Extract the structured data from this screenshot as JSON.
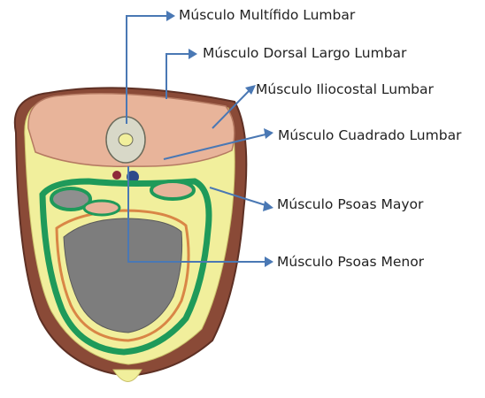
{
  "labels": {
    "multifido": "Músculo Multífido Lumbar",
    "dorsal_largo": "Músculo Dorsal Largo Lumbar",
    "iliocostal": "Músculo Iliocostal Lumbar",
    "cuadrado": "Músculo Cuadrado Lumbar",
    "psoas_mayor": "Músculo Psoas Mayor",
    "psoas_menor": "Músculo Psoas Menor"
  },
  "colors": {
    "arrow": "#4a78b4",
    "muscle_back": "#e8b49a",
    "fat": "#f1ef9c",
    "outer_dark": "#7a3f2f",
    "green": "#1f9a5a",
    "orange": "#d98646",
    "viscera": "#7d7d7d"
  }
}
